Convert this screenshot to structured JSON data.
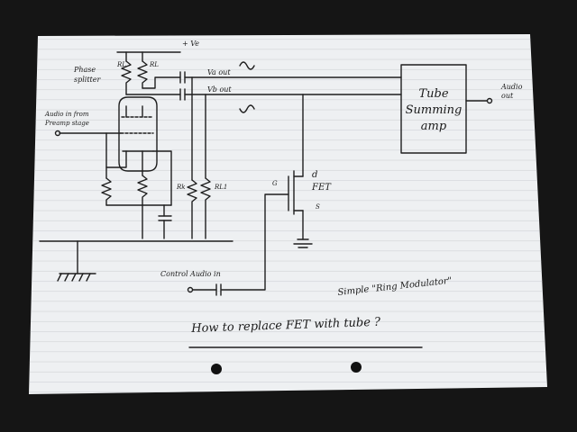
{
  "schematic": {
    "supply_label": "+ Ve",
    "phase_splitter_label": "Phase splitter",
    "resistor_labels": {
      "rl_left": "RL",
      "rl_right": "RL",
      "rk": "Rk",
      "rl1": "RL1"
    },
    "outputs": {
      "va_out": "Va out",
      "vb_out": "Vb out"
    },
    "audio_in_preamp": "Audio in from Preamp stage",
    "summing_amp": "Tube Summing amp",
    "audio_out": "Audio out",
    "fet": {
      "symbol_label": "d FET",
      "gate": "G",
      "source": "S"
    },
    "control_audio_in": "Control Audio in"
  },
  "annotations": {
    "subtitle": "Simple \"Ring Modulator\"",
    "question": "How to replace FET with tube ?"
  }
}
